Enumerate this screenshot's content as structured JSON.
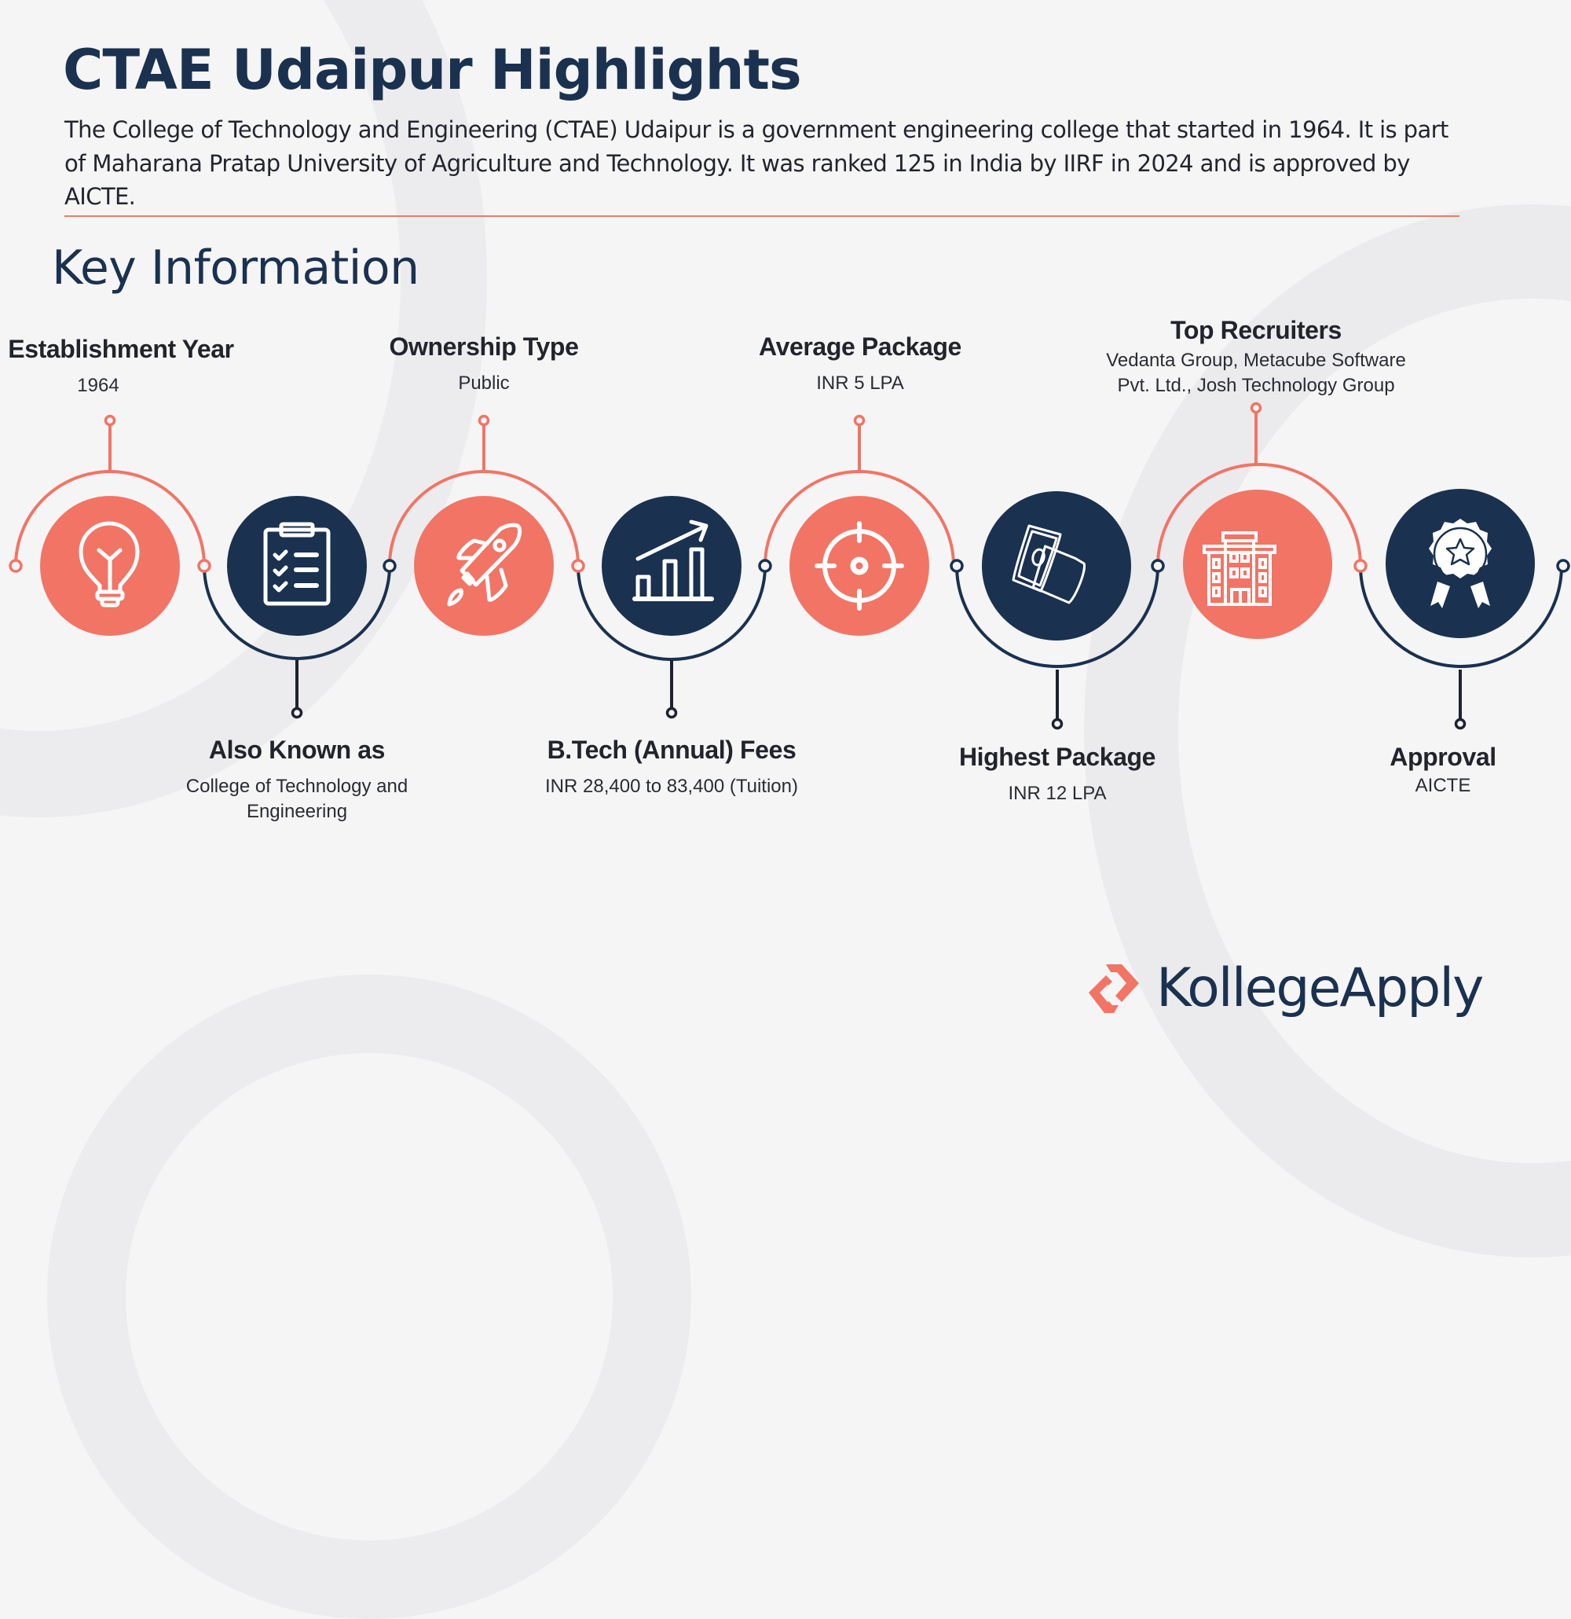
{
  "header": {
    "title": "CTAE Udaipur Highlights",
    "intro": "The College of Technology and Engineering (CTAE) Udaipur is a government engineering college that started in 1964. It is part of Maharana Pratap University of Agriculture and Technology. It was ranked 125 in India by IIRF in 2024 and is approved by AICTE."
  },
  "section": {
    "title": "Key Information"
  },
  "colors": {
    "coral": "#f27465",
    "navy": "#1a3150",
    "background": "#f5f5f6"
  },
  "items": [
    {
      "label": "Establishment Year",
      "value": "1964",
      "icon": "lightbulb-icon",
      "color": "coral"
    },
    {
      "label": "Also Known as",
      "value": "College of Technology and Engineering",
      "value_line1": "College of Technology and",
      "value_line2": "Engineering",
      "icon": "clipboard-checklist-icon",
      "color": "navy"
    },
    {
      "label": "Ownership Type",
      "value": "Public",
      "icon": "rocket-icon",
      "color": "coral"
    },
    {
      "label": "B.Tech (Annual) Fees",
      "value": "INR 28,400 to 83,400 (Tuition)",
      "icon": "growth-chart-icon",
      "color": "navy"
    },
    {
      "label": "Average Package",
      "value": "INR 5 LPA",
      "icon": "target-icon",
      "color": "coral"
    },
    {
      "label": "Highest Package",
      "value": "INR 12 LPA",
      "icon": "money-bills-icon",
      "color": "navy"
    },
    {
      "label": "Top Recruiters",
      "value": "Vedanta Group, Metacube Software Pvt. Ltd., Josh Technology Group",
      "value_line1": "Vedanta Group, Metacube Software",
      "value_line2": "Pvt. Ltd., Josh Technology Group",
      "icon": "building-icon",
      "color": "coral"
    },
    {
      "label": "Approval",
      "value": "AICTE",
      "icon": "award-badge-icon",
      "color": "navy"
    }
  ],
  "brand": {
    "name": "KollegeApply",
    "logo_icon": "chevron-arrows-icon"
  }
}
